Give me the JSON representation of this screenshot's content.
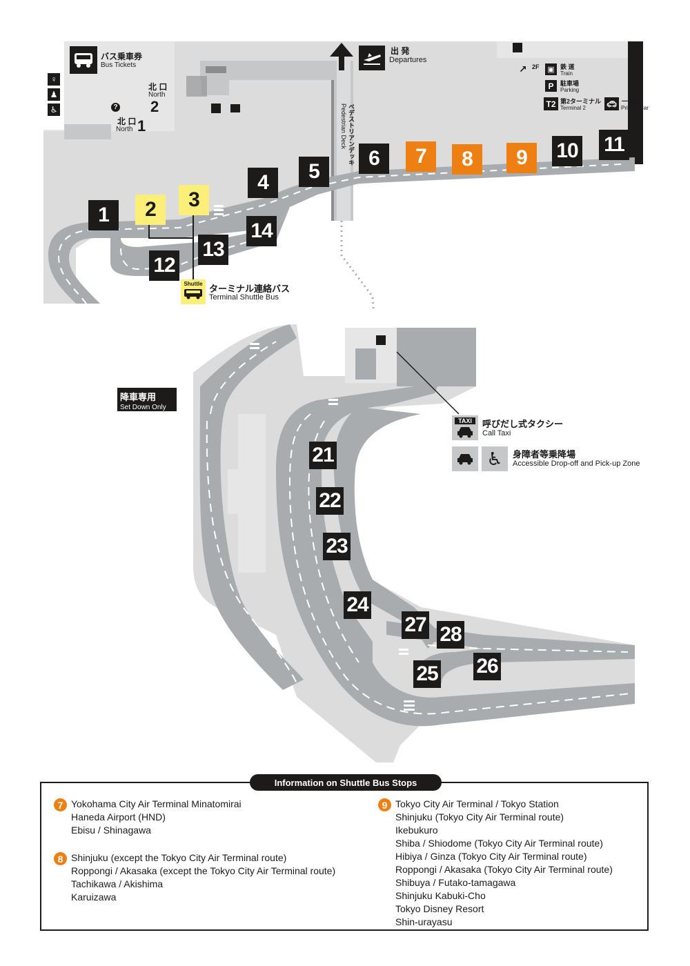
{
  "top_area": {
    "bus_tickets_jp": "バス乗車券",
    "bus_tickets_en": "Bus Tickets",
    "north2_jp": "北 口",
    "north2_en": "North",
    "north2_num": "2",
    "north1_jp": "北 口",
    "north1_en": "North",
    "north1_num": "1",
    "departures_jp": "出 発",
    "departures_en": "Departures",
    "floor_2f": "2F",
    "train_jp": "鉄 道",
    "train_en": "Train",
    "parking_jp": "駐車場",
    "parking_en": "Parking",
    "t2_icon_text": "T2",
    "terminal2_jp": "第2ターミナル",
    "terminal2_en": "Terminal 2",
    "private_car_jp": "一般車",
    "private_car_en": "Private Car",
    "pedestrian_deck_jp": "ペデストリアンデッキ",
    "pedestrian_deck_en": "Pedestrian Deck",
    "shuttle_icon_text": "Shuttle",
    "shuttle_jp": "ターミナル連絡バス",
    "shuttle_en": "Terminal Shuttle Bus"
  },
  "bottom_area": {
    "set_down_jp": "降車専用",
    "set_down_en": "Set Down Only",
    "taxi_icon_text": "TAXI",
    "call_taxi_jp": "呼びだし式タクシー",
    "call_taxi_en": "Call Taxi",
    "accessible_jp": "身障者等乗降場",
    "accessible_en": "Accessible Drop-off and Pick-up Zone"
  },
  "stops": {
    "s1": "1",
    "s2": "2",
    "s3": "3",
    "s4": "4",
    "s5": "5",
    "s6": "6",
    "s7": "7",
    "s8": "8",
    "s9": "9",
    "s10": "10",
    "s11": "11",
    "s12": "12",
    "s13": "13",
    "s14": "14",
    "s21": "21",
    "s22": "22",
    "s23": "23",
    "s24": "24",
    "s25": "25",
    "s26": "26",
    "s27": "27",
    "s28": "28"
  },
  "info": {
    "title": "Information on Shuttle Bus Stops",
    "stop7": {
      "badge": "7",
      "lines": [
        "Yokohama City Air Terminal Minatomirai",
        "Haneda Airport (HND)",
        "Ebisu / Shinagawa"
      ]
    },
    "stop8": {
      "badge": "8",
      "lines": [
        "Shinjuku (except the Tokyo City Air Terminal route)",
        "Roppongi / Akasaka (except the Tokyo City Air Terminal route)",
        "Tachikawa / Akishima",
        "Karuizawa"
      ]
    },
    "stop9": {
      "badge": "9",
      "lines": [
        "Tokyo City Air Terminal / Tokyo Station",
        "Shinjuku (Tokyo City Air Terminal route)",
        "Ikebukuro",
        "Shiba / Shiodome (Tokyo City Air Terminal route)",
        "Hibiya / Ginza (Tokyo City Air Terminal route)",
        "Roppongi / Akasaka (Tokyo City Air Terminal route)",
        "Shibuya / Futako-tamagawa",
        "Shinjuku Kabuki-Cho",
        "Tokyo Disney Resort",
        "Shin-urayasu"
      ]
    }
  },
  "colors": {
    "road": "#a9acae",
    "ground": "#dcdcdd",
    "building": "#c6c7c8",
    "dark": "#1d1a1a",
    "orange": "#ee7f12",
    "yellow": "#fbef7a"
  }
}
